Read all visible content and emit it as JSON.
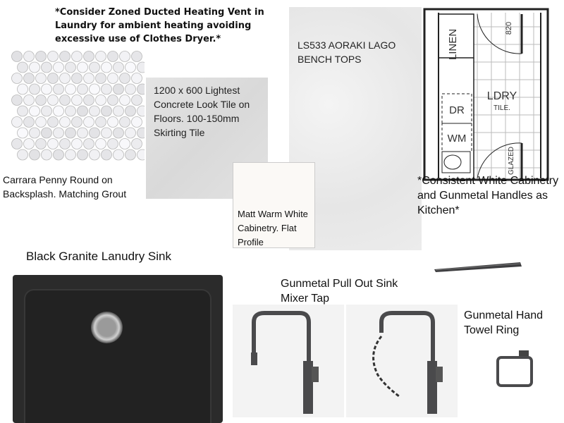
{
  "note": "*Consider Zoned Ducted Heating Vent in Laundry for ambient heating avoiding excessive use of Clothes Dryer.*",
  "penny_label": "Carrara Penny Round on Backsplash. Matching Grout",
  "floor_tile_label": "1200 x 600 Lightest Concrete Look Tile on Floors. 100-150mm Skirting Tile",
  "benchtop_label": "LS533 AORAKI LAGO BENCH TOPS",
  "cabinetry_label": "Matt Warm White Cabinetry. Flat Profile",
  "floorplan": {
    "linen": "LINEN",
    "door_width": "820",
    "room": "LDRY",
    "floor": "TILE.",
    "dryer": "DR",
    "washer": "WM",
    "door2": "GLAZED"
  },
  "handles_label": "*Consistent White Cabinetry and Gunmetal Handles as Kitchen*",
  "sink_label": "Black Granite Lanudry Sink",
  "tap_label": "Gunmetal Pull Out Sink Mixer Tap",
  "towel_label": "Gunmetal Hand Towel Ring",
  "colors": {
    "sink": "#2b2b2b",
    "gunmetal": "#4a4a4c",
    "cabinet": "#fbf9f6"
  }
}
